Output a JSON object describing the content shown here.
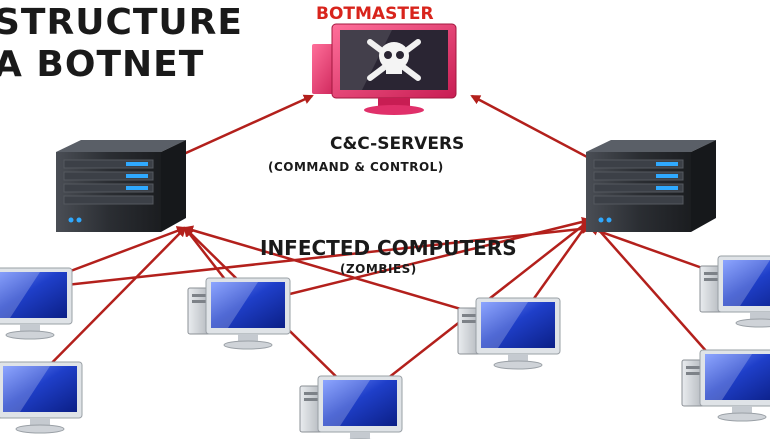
{
  "title": {
    "line1": "STRUCTURE",
    "line2": "A BOTNET"
  },
  "labels": {
    "botmaster": "BOTMASTER",
    "cc_servers": "C&C-SERVERS",
    "cc_subtitle": "(COMMAND & CONTROL)",
    "infected": "INFECTED COMPUTERS",
    "zombies": "(ZOMBIES)"
  },
  "colors": {
    "arrow": "#b3201c",
    "title_text": "#1a1a1a",
    "botmaster_text": "#d8241c",
    "server_body": "#2b2e33",
    "screen_blue": "#1f3fc9",
    "monitor_pink": "#e0306a"
  },
  "nodes": {
    "botmaster": {
      "icon": "skull-crossbones-monitor-icon"
    },
    "servers": [
      {
        "id": "server-left",
        "icon": "server-tower-icon"
      },
      {
        "id": "server-right",
        "icon": "server-tower-icon"
      }
    ],
    "zombies": [
      {
        "id": "zombie-left-top",
        "icon": "desktop-computer-icon"
      },
      {
        "id": "zombie-left-bottom",
        "icon": "desktop-computer-icon"
      },
      {
        "id": "zombie-center-left",
        "icon": "desktop-computer-icon"
      },
      {
        "id": "zombie-center-bottom",
        "icon": "desktop-computer-icon"
      },
      {
        "id": "zombie-center-right",
        "icon": "desktop-computer-icon"
      },
      {
        "id": "zombie-right-top",
        "icon": "desktop-computer-icon"
      },
      {
        "id": "zombie-right-bottom",
        "icon": "desktop-computer-icon"
      }
    ]
  },
  "connections": [
    {
      "from": "server-left",
      "to": "botmaster"
    },
    {
      "from": "server-right",
      "to": "botmaster"
    },
    {
      "from": "zombie-left-top",
      "to": "server-left"
    },
    {
      "from": "zombie-left-top",
      "to": "server-right"
    },
    {
      "from": "zombie-left-bottom",
      "to": "server-left"
    },
    {
      "from": "zombie-center-left",
      "to": "server-left"
    },
    {
      "from": "zombie-center-left",
      "to": "server-right"
    },
    {
      "from": "zombie-center-bottom",
      "to": "server-left"
    },
    {
      "from": "zombie-center-bottom",
      "to": "server-right"
    },
    {
      "from": "zombie-center-right",
      "to": "server-left"
    },
    {
      "from": "zombie-center-right",
      "to": "server-right"
    },
    {
      "from": "zombie-right-top",
      "to": "server-right"
    },
    {
      "from": "zombie-right-bottom",
      "to": "server-right"
    }
  ]
}
